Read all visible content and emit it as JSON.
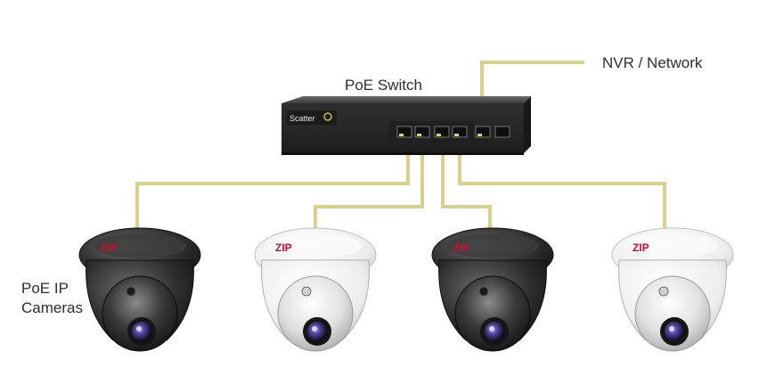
{
  "labels": {
    "switch": "PoE Switch",
    "nvr": "NVR / Network",
    "cameras_line1": "PoE IP",
    "cameras_line2": "Cameras"
  },
  "switch": {
    "brand": "Scatter",
    "port_count": 6
  },
  "cameras": [
    {
      "color": "dark",
      "brand": "ZIP"
    },
    {
      "color": "white",
      "brand": "ZIP"
    },
    {
      "color": "dark",
      "brand": "ZIP"
    },
    {
      "color": "white",
      "brand": "ZIP"
    }
  ],
  "colors": {
    "cable": "#d9d08c",
    "switch_body": "#3a3a3a",
    "camera_dark": "#2b2b2b",
    "camera_white": "#f2f2f2",
    "brand_red": "#c8102e"
  }
}
